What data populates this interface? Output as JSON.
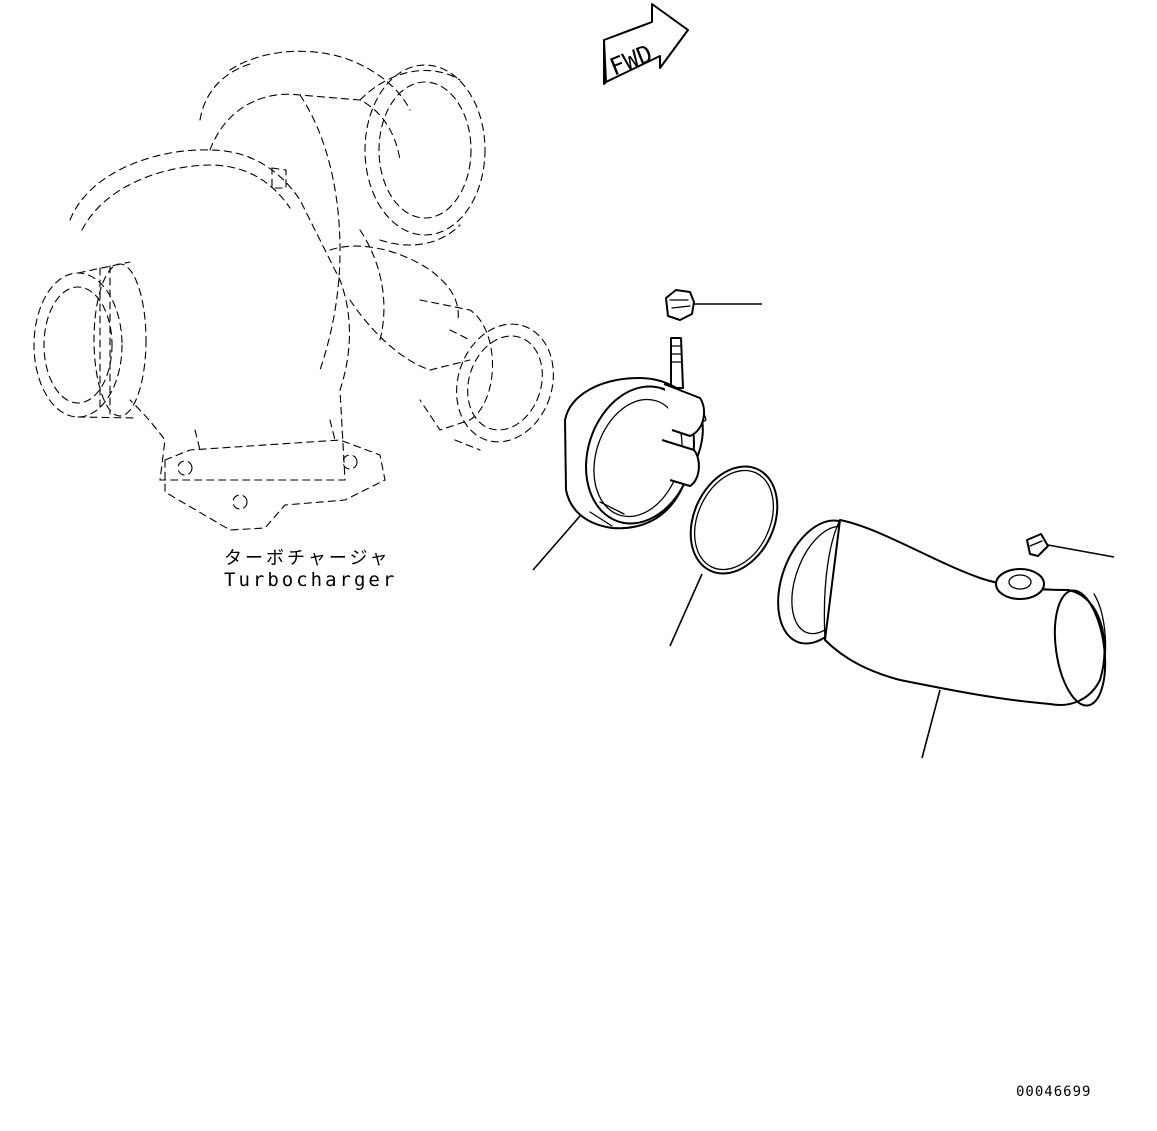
{
  "labels": {
    "turbocharger_jp": "ターボチャージャ",
    "turbocharger_en": "Turbocharger",
    "direction": "FWD",
    "drawing_number": "00046699"
  }
}
